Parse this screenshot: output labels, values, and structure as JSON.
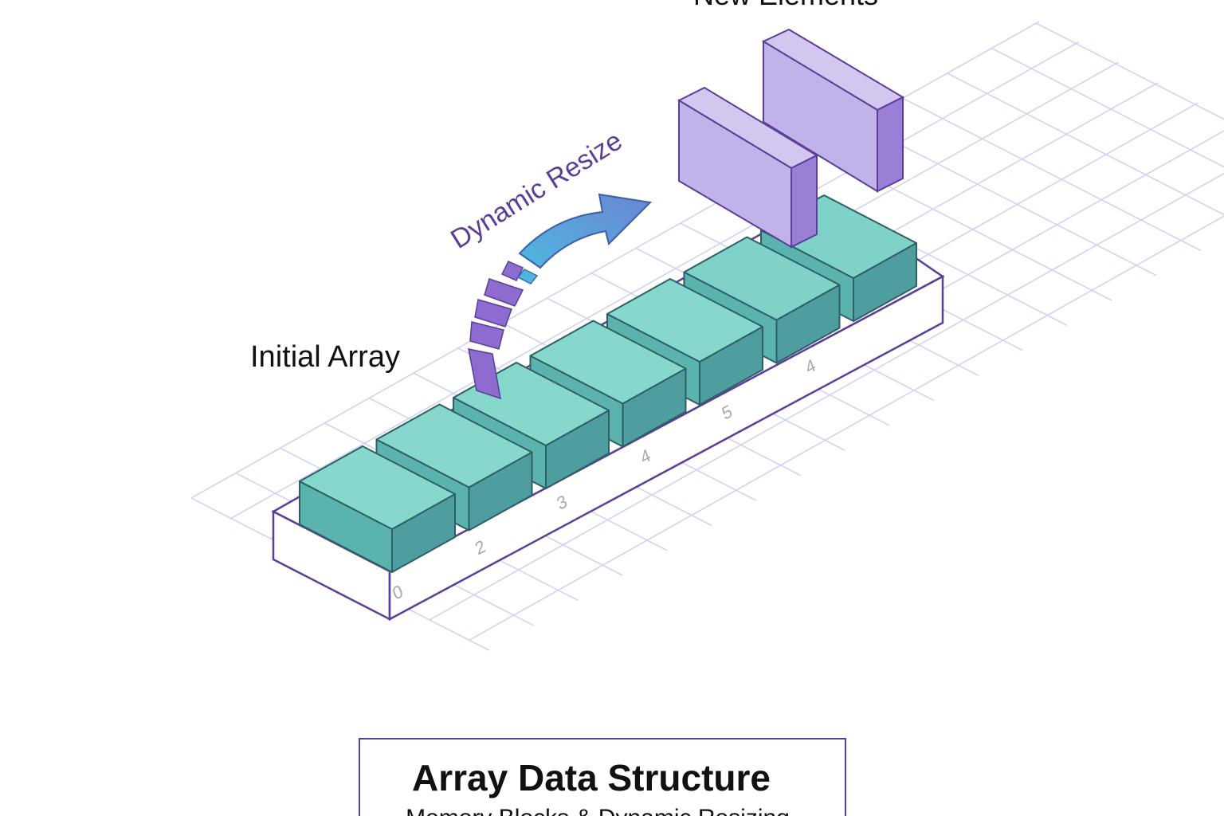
{
  "diagram": {
    "labels": {
      "new_elements": "New Elements",
      "dynamic_resize": "Dynamic Resize",
      "initial_array": "Initial Array"
    },
    "index_labels": [
      "0",
      "2",
      "3",
      "4",
      "5",
      "4"
    ],
    "caption": {
      "title": "Array Data Structure",
      "subtitle": "Memory Blocks & Dynamic Resizing"
    },
    "colors": {
      "block_top": "#86d8cc",
      "block_front": "#5bb3ad",
      "block_side": "#4e9ea0",
      "block_stroke": "#2f5f66",
      "new_front": "#c2b2ea",
      "new_side": "#9a7fd6",
      "new_top": "#b6a2e4",
      "outline": "#5a3e9a",
      "grid": "#cfd0f2",
      "arrow_blue": "#5a9ad6",
      "arrow_purple": "#8d6bcf",
      "label_purple": "#5a3e9a",
      "index_gray": "#a9a9a9",
      "text_dark": "#111111"
    }
  }
}
